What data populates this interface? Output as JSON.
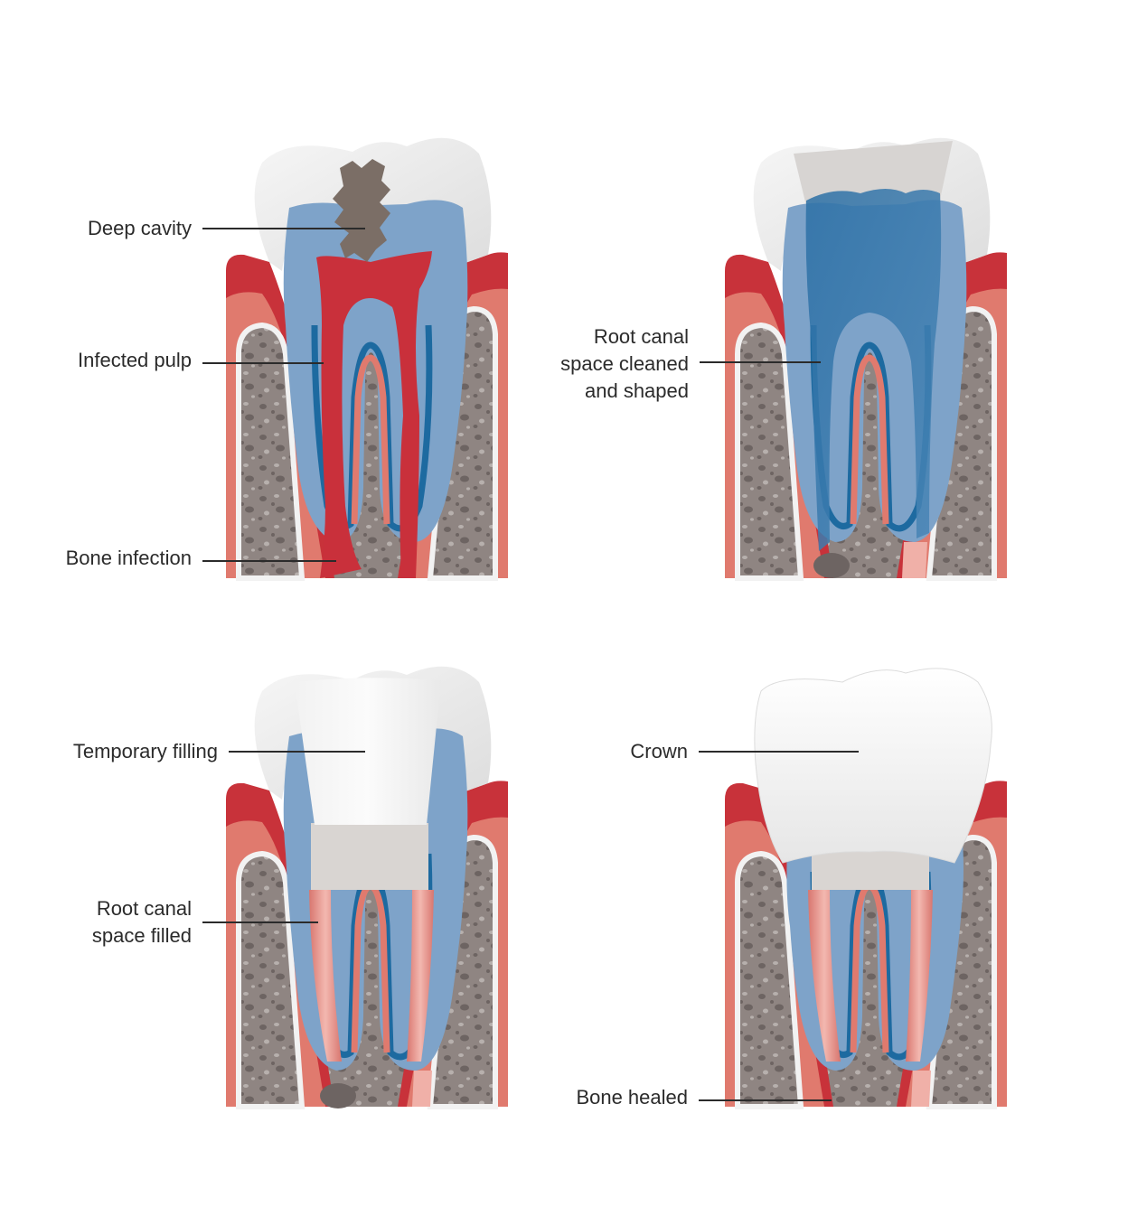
{
  "panels": [
    {
      "id": "infected",
      "labels": [
        {
          "lines": [
            "Deep cavity"
          ]
        },
        {
          "lines": [
            "Infected pulp"
          ]
        },
        {
          "lines": [
            "Bone infection"
          ]
        }
      ]
    },
    {
      "id": "cleaned",
      "labels": [
        {
          "lines": [
            "Root canal",
            "space cleaned",
            "and shaped"
          ]
        }
      ]
    },
    {
      "id": "filled",
      "labels": [
        {
          "lines": [
            "Temporary filling"
          ]
        },
        {
          "lines": [
            "Root canal",
            "space filled"
          ]
        }
      ]
    },
    {
      "id": "crowned",
      "labels": [
        {
          "lines": [
            "Crown"
          ]
        },
        {
          "lines": [
            "Bone healed"
          ]
        }
      ]
    }
  ],
  "colors": {
    "gum_dark": "#c8323a",
    "gum_light": "#e07a6e",
    "bone": "#8f8582",
    "enamel": "#ececec",
    "dentin": "#7ea3c9",
    "pulp_edge": "#1d6aa0",
    "infected_pulp": "#c9303b",
    "decay": "#7b6e66",
    "filling_pink": "#e58e86"
  }
}
